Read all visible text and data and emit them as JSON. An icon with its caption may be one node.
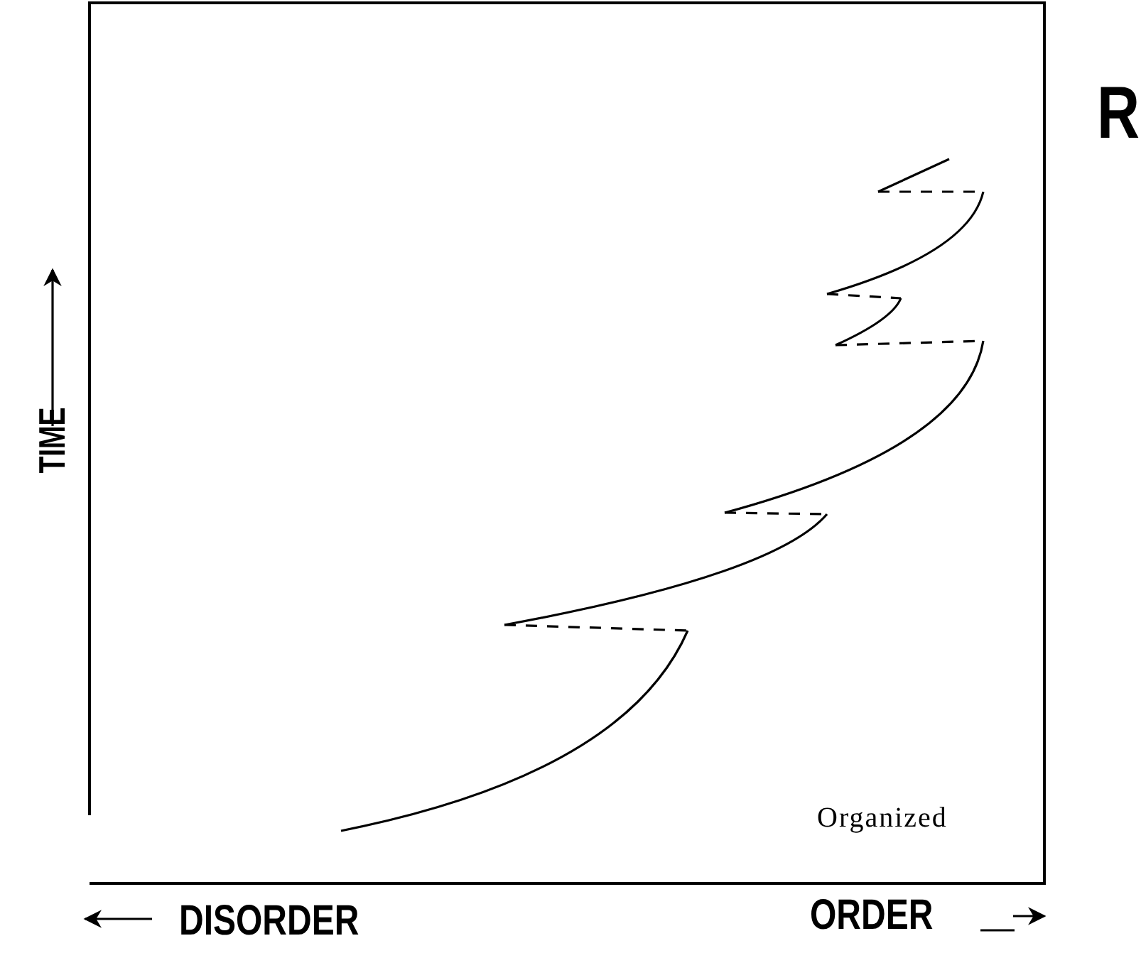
{
  "diagram": {
    "labels": [
      "R",
      "TIME",
      "Organized",
      "DISORDER",
      "ORDER"
    ]
  }
}
